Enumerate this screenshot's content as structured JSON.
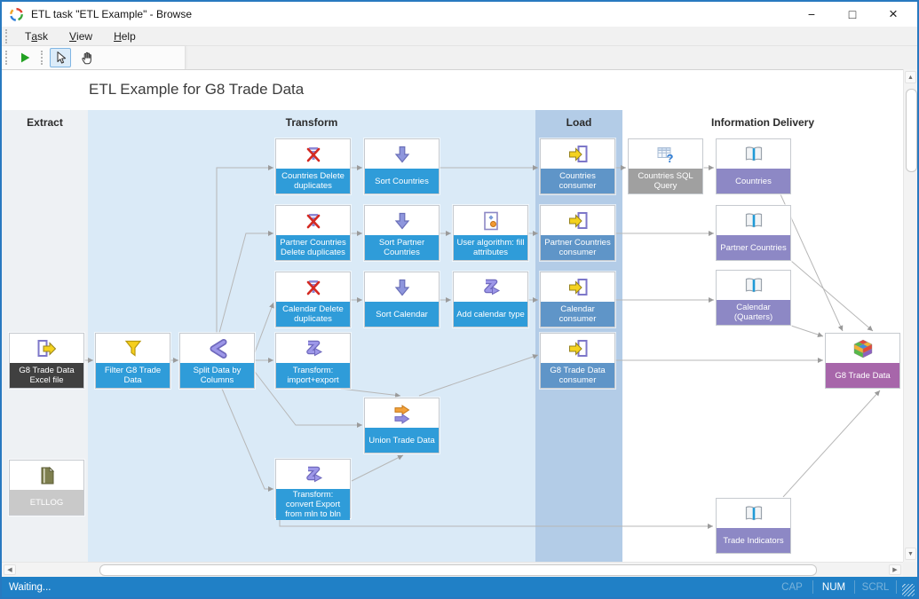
{
  "window": {
    "title": "ETL task \"ETL Example\" - Browse",
    "controls": {
      "minimize": "−",
      "maximize": "□",
      "close": "×"
    },
    "app_icon": "etl-cycle-icon"
  },
  "menu": {
    "items": [
      {
        "label": "Task",
        "accel": 1
      },
      {
        "label": "View",
        "accel": 0
      },
      {
        "label": "Help",
        "accel": 0
      }
    ]
  },
  "toolbar": {
    "buttons": [
      {
        "name": "run-button",
        "icon": "run-icon"
      },
      {
        "name": "pointer-tool-button",
        "icon": "pointer-icon",
        "selected": true
      },
      {
        "name": "pan-tool-button",
        "icon": "hand-icon",
        "selected": false
      }
    ],
    "zoom_combobox": {
      "value": "",
      "icon": "chevron-down-icon"
    }
  },
  "diagram": {
    "title": "ETL Example for G8 Trade Data",
    "lanes": [
      {
        "label": "Extract",
        "color": "#eef1f4"
      },
      {
        "label": "Transform",
        "color": "#daeaf7"
      },
      {
        "label": "Load",
        "color": "#b3cce7"
      },
      {
        "label": "Information Delivery",
        "color": "#ffffff"
      }
    ],
    "nodes": [
      {
        "label": "G8 Trade Data Excel file",
        "icon": "export-door-icon",
        "variant": "dark"
      },
      {
        "label": "ETLLOG",
        "icon": "log-book-icon",
        "variant": "lightgray"
      },
      {
        "label": "Filter G8 Trade Data",
        "icon": "funnel-icon",
        "variant": "blue"
      },
      {
        "label": "Split Data by Columns",
        "icon": "split-arrows-icon",
        "variant": "blue"
      },
      {
        "label": "Countries Delete duplicates",
        "icon": "delete-duplicates-icon",
        "variant": "blue"
      },
      {
        "label": "Sort Countries",
        "icon": "sort-down-arrow-icon",
        "variant": "blue"
      },
      {
        "label": "Partner Countries Delete duplicates",
        "icon": "delete-duplicates-icon",
        "variant": "blue"
      },
      {
        "label": "Sort Partner Countries",
        "icon": "sort-down-arrow-icon",
        "variant": "blue"
      },
      {
        "label": "User algorithm: fill attributes",
        "icon": "user-algorithm-icon",
        "variant": "blue"
      },
      {
        "label": "Calendar Delete duplicates",
        "icon": "delete-duplicates-icon",
        "variant": "blue"
      },
      {
        "label": "Sort Calendar",
        "icon": "sort-down-arrow-icon",
        "variant": "blue"
      },
      {
        "label": "Add calendar type",
        "icon": "z-transform-icon",
        "variant": "blue"
      },
      {
        "label": "Transform: import+export",
        "icon": "z-transform-icon",
        "variant": "blue"
      },
      {
        "label": "Union Trade Data",
        "icon": "union-arrows-icon",
        "variant": "blue"
      },
      {
        "label": "Transform: convert Export from mln to bln",
        "icon": "z-transform-icon",
        "variant": "blue"
      },
      {
        "label": "Countries consumer",
        "icon": "import-door-icon",
        "variant": "steel"
      },
      {
        "label": "Partner Countries consumer",
        "icon": "import-door-icon",
        "variant": "steel"
      },
      {
        "label": "Calendar consumer",
        "icon": "import-door-icon",
        "variant": "steel"
      },
      {
        "label": "G8 Trade Data consumer",
        "icon": "import-door-icon",
        "variant": "steel"
      },
      {
        "label": "Countries SQL Query",
        "icon": "sql-query-icon",
        "variant": "gray"
      },
      {
        "label": "Countries",
        "icon": "open-book-icon",
        "variant": "purple"
      },
      {
        "label": "Partner Countries",
        "icon": "open-book-icon",
        "variant": "purple"
      },
      {
        "label": "Calendar (Quarters)",
        "icon": "open-book-icon",
        "variant": "purple"
      },
      {
        "label": "G8 Trade Data",
        "icon": "cube-icon",
        "variant": "magenta"
      },
      {
        "label": "Trade Indicators",
        "icon": "open-book-icon",
        "variant": "purple"
      }
    ]
  },
  "status": {
    "message": "Waiting...",
    "indicators": [
      {
        "label": "CAP",
        "active": false
      },
      {
        "label": "NUM",
        "active": true
      },
      {
        "label": "SCRL",
        "active": false
      }
    ]
  },
  "colors": {
    "window_border": "#2879c0",
    "statusbar": "#2080c6",
    "node_blue": "#2f9cd9",
    "node_steel": "#5f95c8",
    "node_gray": "#a0a0a0",
    "node_purple": "#8d88c5",
    "node_magenta": "#a766aa",
    "node_dark": "#404040",
    "node_lightgray": "#c9c9c9",
    "lane_extract": "#eef1f4",
    "lane_transform": "#daeaf7",
    "lane_load": "#b3cce7",
    "connector": "#b7b7b7"
  }
}
